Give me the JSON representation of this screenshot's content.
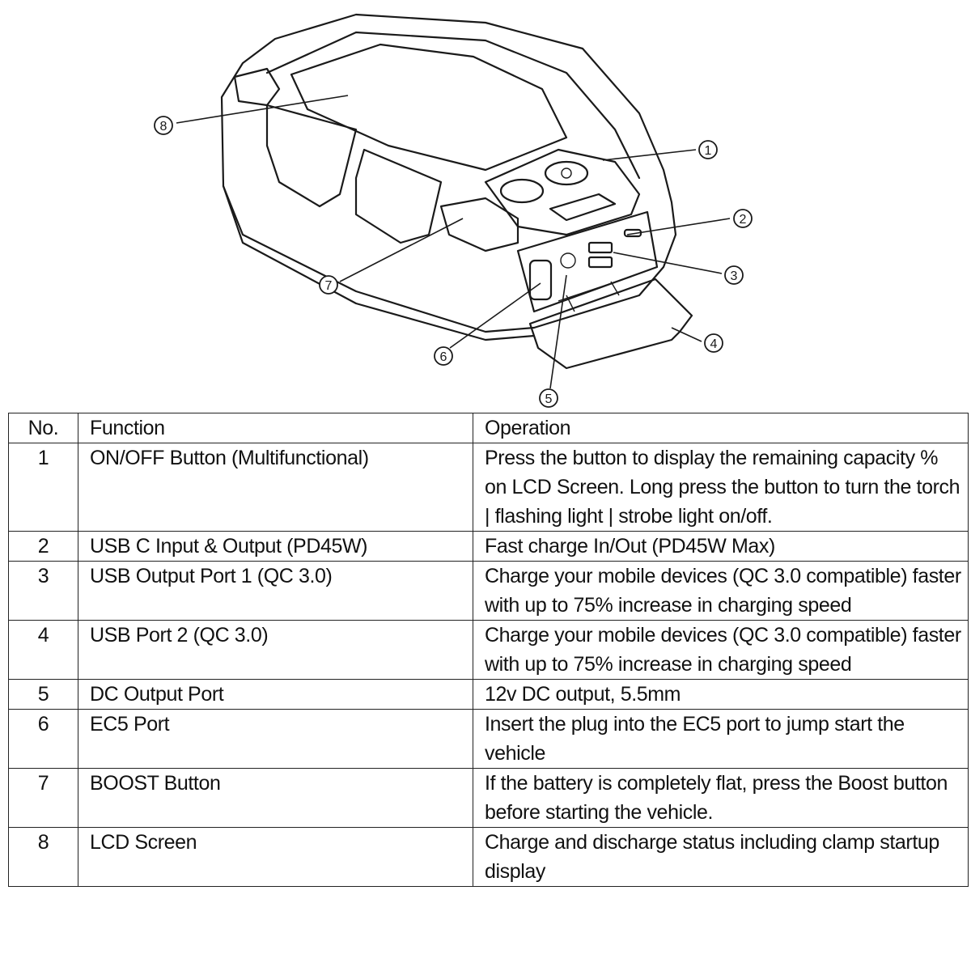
{
  "figure": {
    "callouts": [
      "1",
      "2",
      "3",
      "4",
      "5",
      "6",
      "7",
      "8"
    ]
  },
  "table": {
    "headers": {
      "no": "No.",
      "function": "Function",
      "operation": "Operation"
    },
    "rows": [
      {
        "no": "1",
        "function": "ON/OFF Button (Multifunctional)",
        "operation": "Press the button to display the remaining capacity % on LCD Screen. Long press the button to turn the torch | flashing light | strobe light on/off."
      },
      {
        "no": "2",
        "function": "USB C Input & Output (PD45W)",
        "operation": "Fast charge In/Out (PD45W Max)"
      },
      {
        "no": "3",
        "function": "USB Output Port 1 (QC 3.0)",
        "operation": "Charge your mobile devices (QC 3.0 compatible) faster with up to 75% increase in charging speed"
      },
      {
        "no": "4",
        "function": "USB Port 2 (QC 3.0)",
        "operation": "Charge your mobile devices (QC 3.0 compatible) faster with up to 75% increase in charging speed"
      },
      {
        "no": "5",
        "function": "DC Output Port",
        "operation": "12v DC output, 5.5mm"
      },
      {
        "no": "6",
        "function": "EC5 Port",
        "operation": "Insert the plug into the EC5 port to jump start the vehicle"
      },
      {
        "no": "7",
        "function": "BOOST Button",
        "operation": "If the battery is completely flat, press the Boost button before starting the vehicle."
      },
      {
        "no": "8",
        "function": "LCD Screen",
        "operation": "Charge and discharge status including clamp startup display"
      }
    ]
  }
}
